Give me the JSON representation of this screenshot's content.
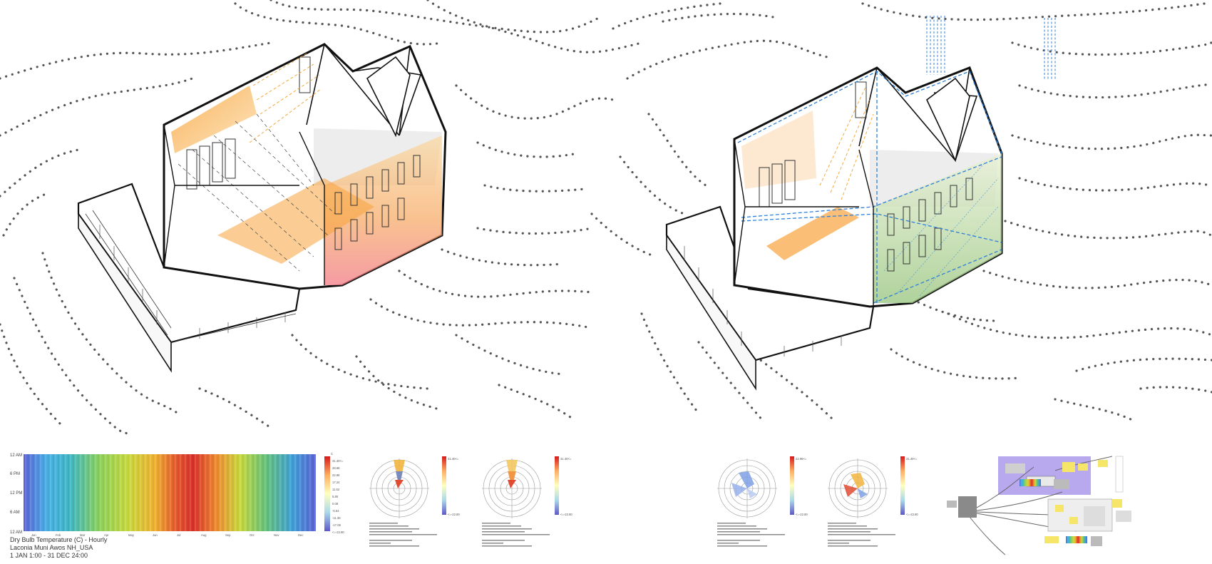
{
  "heatmap": {
    "y_ticks": [
      "12 AM",
      "6 PM",
      "12 PM",
      "6 AM",
      "12 AM"
    ],
    "months": [
      "Jan",
      "Feb",
      "Mar",
      "Apr",
      "May",
      "Jun",
      "Jul",
      "Aug",
      "Sep",
      "Oct",
      "Nov",
      "Dec"
    ],
    "unit": "C",
    "legend_values": [
      "31.40<=",
      "28.68",
      "22.96",
      "17.24",
      "11.52",
      "5.80",
      "0.08",
      "-5.64",
      "-11.36",
      "-17.08",
      "<=-22.80"
    ],
    "caption": [
      "Dry Bulb Temperature (C) - Hourly",
      "Laconia Muni  Awos  NH_USA",
      "1 JAN 1:00 - 31 DEC 24:00"
    ]
  },
  "roses": [
    {
      "id": "rose-1",
      "legend_max": "31.40<=",
      "legend_min": "<=-22.80"
    },
    {
      "id": "rose-2",
      "legend_max": "31.40<=",
      "legend_min": "<=-22.80"
    },
    {
      "id": "rose-3",
      "legend_max": "22.96<=",
      "legend_min": "<=-22.80"
    },
    {
      "id": "rose-4",
      "legend_max": "31.40<=",
      "legend_min": "<=-22.80"
    }
  ],
  "colors": {
    "solar_orange": "#f7a23a",
    "ventilation_blue": "#2f7fd6",
    "facade_green": "#a9cf8a",
    "facade_red": "#f2727a",
    "contour": "#555555",
    "outline": "#111111",
    "grasshopper_purple": "#b8a8ee"
  },
  "icons": [
    "wind-rose-icon",
    "grasshopper-definition-icon"
  ]
}
